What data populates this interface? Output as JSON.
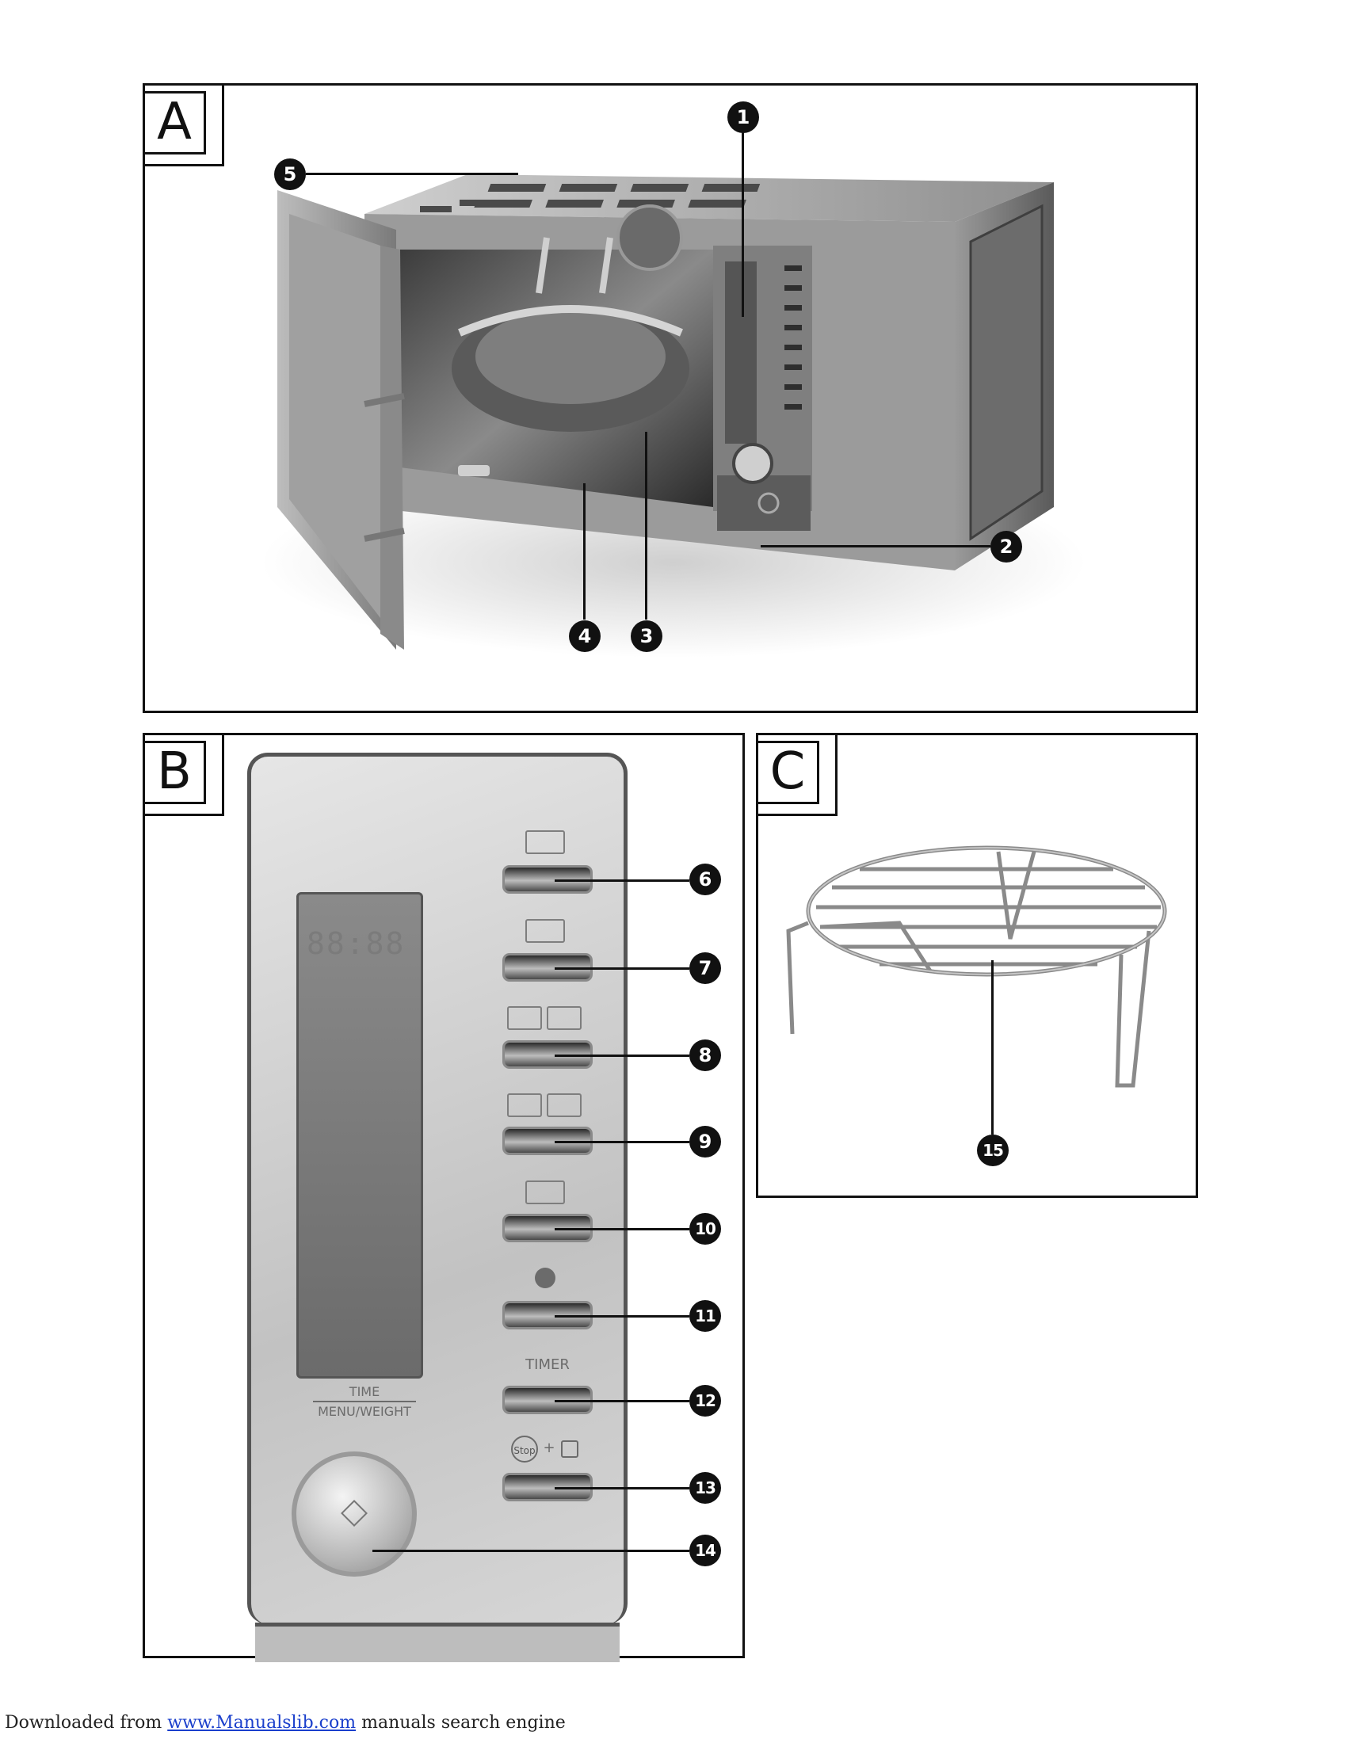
{
  "figures": {
    "a": {
      "letter": "A"
    },
    "b": {
      "letter": "B"
    },
    "c": {
      "letter": "C"
    }
  },
  "callouts": [
    "1",
    "2",
    "3",
    "4",
    "5",
    "6",
    "7",
    "8",
    "9",
    "10",
    "11",
    "12",
    "13",
    "14",
    "15"
  ],
  "panel_b": {
    "display_digits": "88:88",
    "knob_label_top": "TIME",
    "knob_label_bottom": "MENU/WEIGHT",
    "timer_label": "TIMER",
    "stop_label": "Stop",
    "plus_label": "+"
  },
  "footer": {
    "prefix": "Downloaded from ",
    "link": "www.Manualslib.com",
    "suffix": " manuals search engine"
  }
}
